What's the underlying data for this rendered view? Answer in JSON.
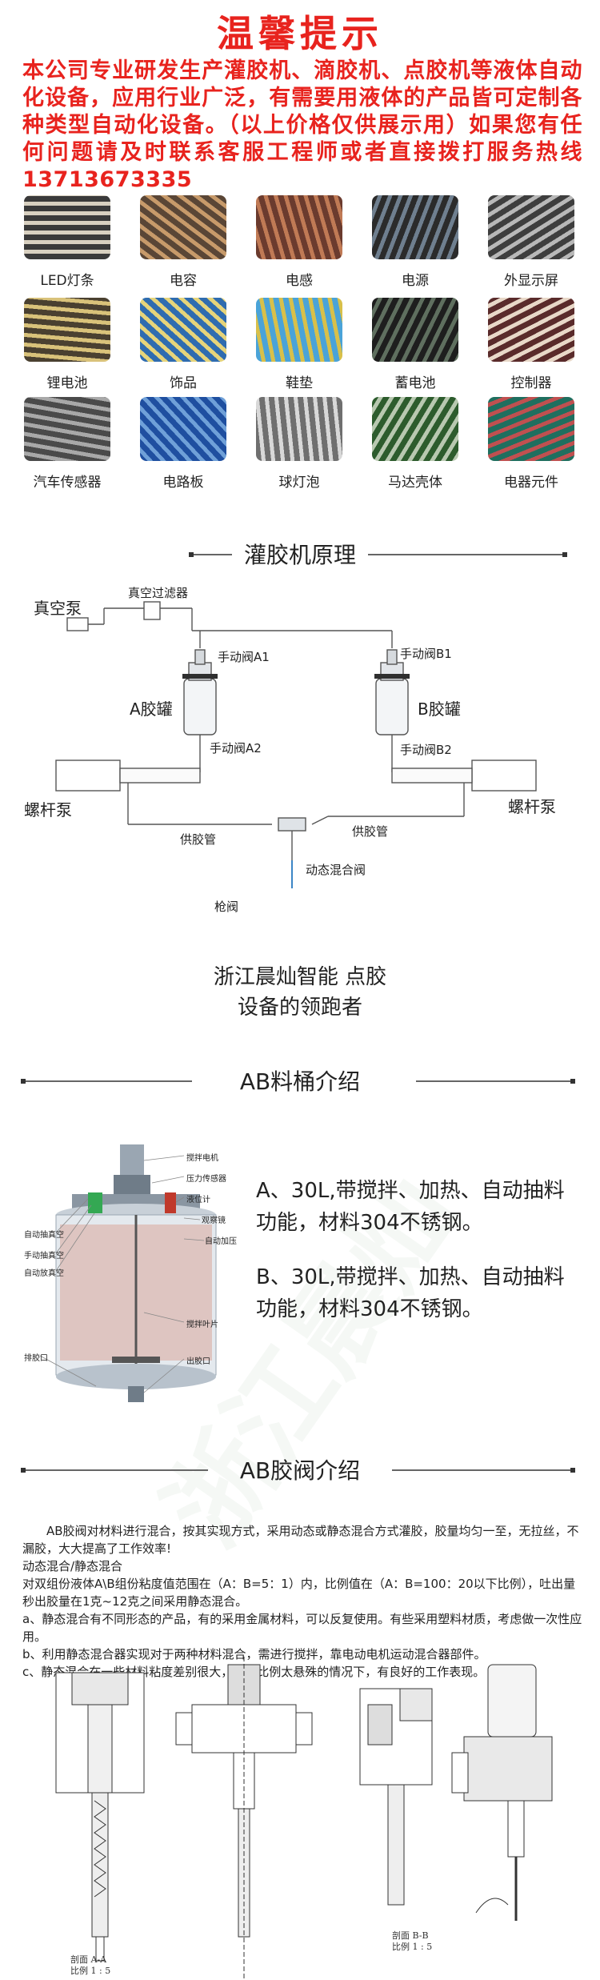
{
  "notice": {
    "title": "温馨提示",
    "text": "本公司专业研发生产灌胶机、滴胶机、点胶机等液体自动化设备，应用行业广泛，有需要用液体的产品皆可定制各种类型自动化设备。（以上价格仅供展示用）如果您有任何问题请及时联系客服工程师或者直接拨打服务热线13713673335"
  },
  "applications": [
    {
      "label": "LED灯条"
    },
    {
      "label": "电容"
    },
    {
      "label": "电感"
    },
    {
      "label": "电源"
    },
    {
      "label": "外显示屏"
    },
    {
      "label": "锂电池"
    },
    {
      "label": "饰品"
    },
    {
      "label": "鞋垫"
    },
    {
      "label": "蓄电池"
    },
    {
      "label": "控制器"
    },
    {
      "label": "汽车传感器"
    },
    {
      "label": "电路板"
    },
    {
      "label": "球灯泡"
    },
    {
      "label": "马达壳体"
    },
    {
      "label": "电器元件"
    }
  ],
  "principle": {
    "section_title": "灌胶机原理",
    "labels": {
      "vacuum_pump": "真空泵",
      "vacuum_filter": "真空过滤器",
      "valve_a1": "手动阀A1",
      "valve_b1": "手动阀B1",
      "tank_a": "A胶罐",
      "tank_b": "B胶罐",
      "valve_a2": "手动阀A2",
      "valve_b2": "手动阀B2",
      "screw_pump_left": "螺杆泵",
      "screw_pump_right": "螺杆泵",
      "feed_pipe_left": "供胶管",
      "feed_pipe_right": "供胶管",
      "dynamic_valve": "动态混合阀",
      "gun_valve": "枪阀"
    },
    "tagline_1": "浙江晨灿智能 点胶",
    "tagline_2": "设备的领跑者"
  },
  "barrel": {
    "section_title": "AB料桶介绍",
    "desc_a": "A、30L,带搅拌、加热、自动抽料功能，材料304不锈钢。",
    "desc_b": "B、30L,带搅拌、加热、自动抽料功能，材料304不锈钢。",
    "callouts": {
      "c1": "自动抽真空",
      "c2": "手动抽真空",
      "c3": "自动放真空",
      "c4": "搅拌电机",
      "c5": "压力传感器",
      "c6": "液位计",
      "c7": "观察镜",
      "c8": "自动加压",
      "c9": "搅拌叶片",
      "c10": "排胶口",
      "c11": "出胶口"
    }
  },
  "valve": {
    "section_title": "AB胶阀介绍",
    "p1": "AB胶阀对材料进行混合，按其实现方式，采用动态或静态混合方式灌胶，胶量均匀一至，无拉丝，不漏胶，大大提高了工作效率!",
    "p2": "动态混合/静态混合",
    "p3": "对双组份液体A\\B组份粘度值范围在（A：B=5：1）内，比例值在（A：B=100：20以下比例），吐出量秒出胶量在1克~12克之间采用静态混合。",
    "p4": "a、静态混合有不同形态的产品，有的采用金属材料，可以反复使用。有些采用塑料材质，考虑做一次性应用。",
    "p5": "b、利用静态混合器实现对于两种材料混合，需进行搅拌，靠电动电机运动混合器部件。",
    "p6": "c、静态混合在一些材料粘度差别很大，混合比例太悬殊的情况下，有良好的工作表现。",
    "cap1a": "剖面 A-A",
    "cap1b": "比例 1 : 5",
    "cap2a": "剖面 B-B",
    "cap2b": "比例 1 : 5"
  },
  "colors": {
    "accent_red": "#e8231e",
    "line_gray": "#666666"
  }
}
